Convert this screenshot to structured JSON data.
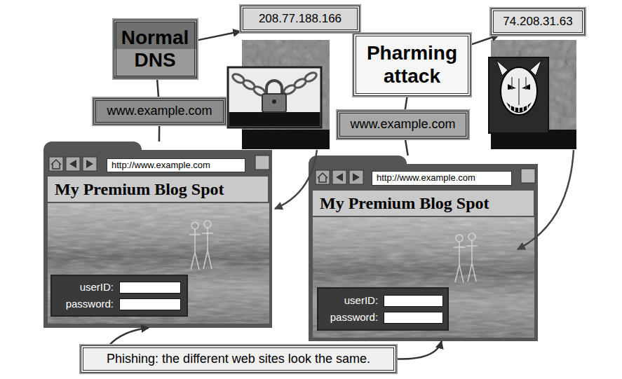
{
  "diagram": {
    "nodes": [
      {
        "text": [
          "Normal DNS"
        ]
      },
      {
        "text": [
          "208.77.188.166"
        ]
      },
      {
        "text": [
          "www.example.com"
        ]
      },
      {
        "text": [
          "Pharming attack"
        ]
      },
      {
        "text": [
          "74.208.31.63"
        ]
      },
      {
        "text": [
          "www.example.com"
        ]
      },
      {
        "text": [
          "http://www.example.com",
          "My Premium Blog Spot"
        ]
      },
      {
        "text": [
          "userID:",
          "password:"
        ],
        "in": 6
      },
      {
        "text": [
          "http://www.example.com",
          "My Premium Blog Spot"
        ]
      },
      {
        "text": [
          "userID:",
          "password:"
        ],
        "in": 8
      },
      {
        "text": [
          "Phishing: the different web sites look the same."
        ]
      }
    ],
    "edges": [
      {
        "from": 6,
        "to": 2,
        "arrow": "none"
      },
      {
        "from": 2,
        "to": 0,
        "arrow": "none"
      },
      {
        "from": 0,
        "to": 1,
        "arrow": "to"
      },
      {
        "from": 8,
        "to": 5,
        "arrow": "none"
      },
      {
        "from": 5,
        "to": 3,
        "arrow": "none"
      },
      {
        "from": 3,
        "to": 4,
        "arrow": "to"
      },
      {
        "from": 10,
        "to": 6,
        "arrow": "to"
      },
      {
        "from": 10,
        "to": 8,
        "arrow": "to"
      }
    ]
  }
}
